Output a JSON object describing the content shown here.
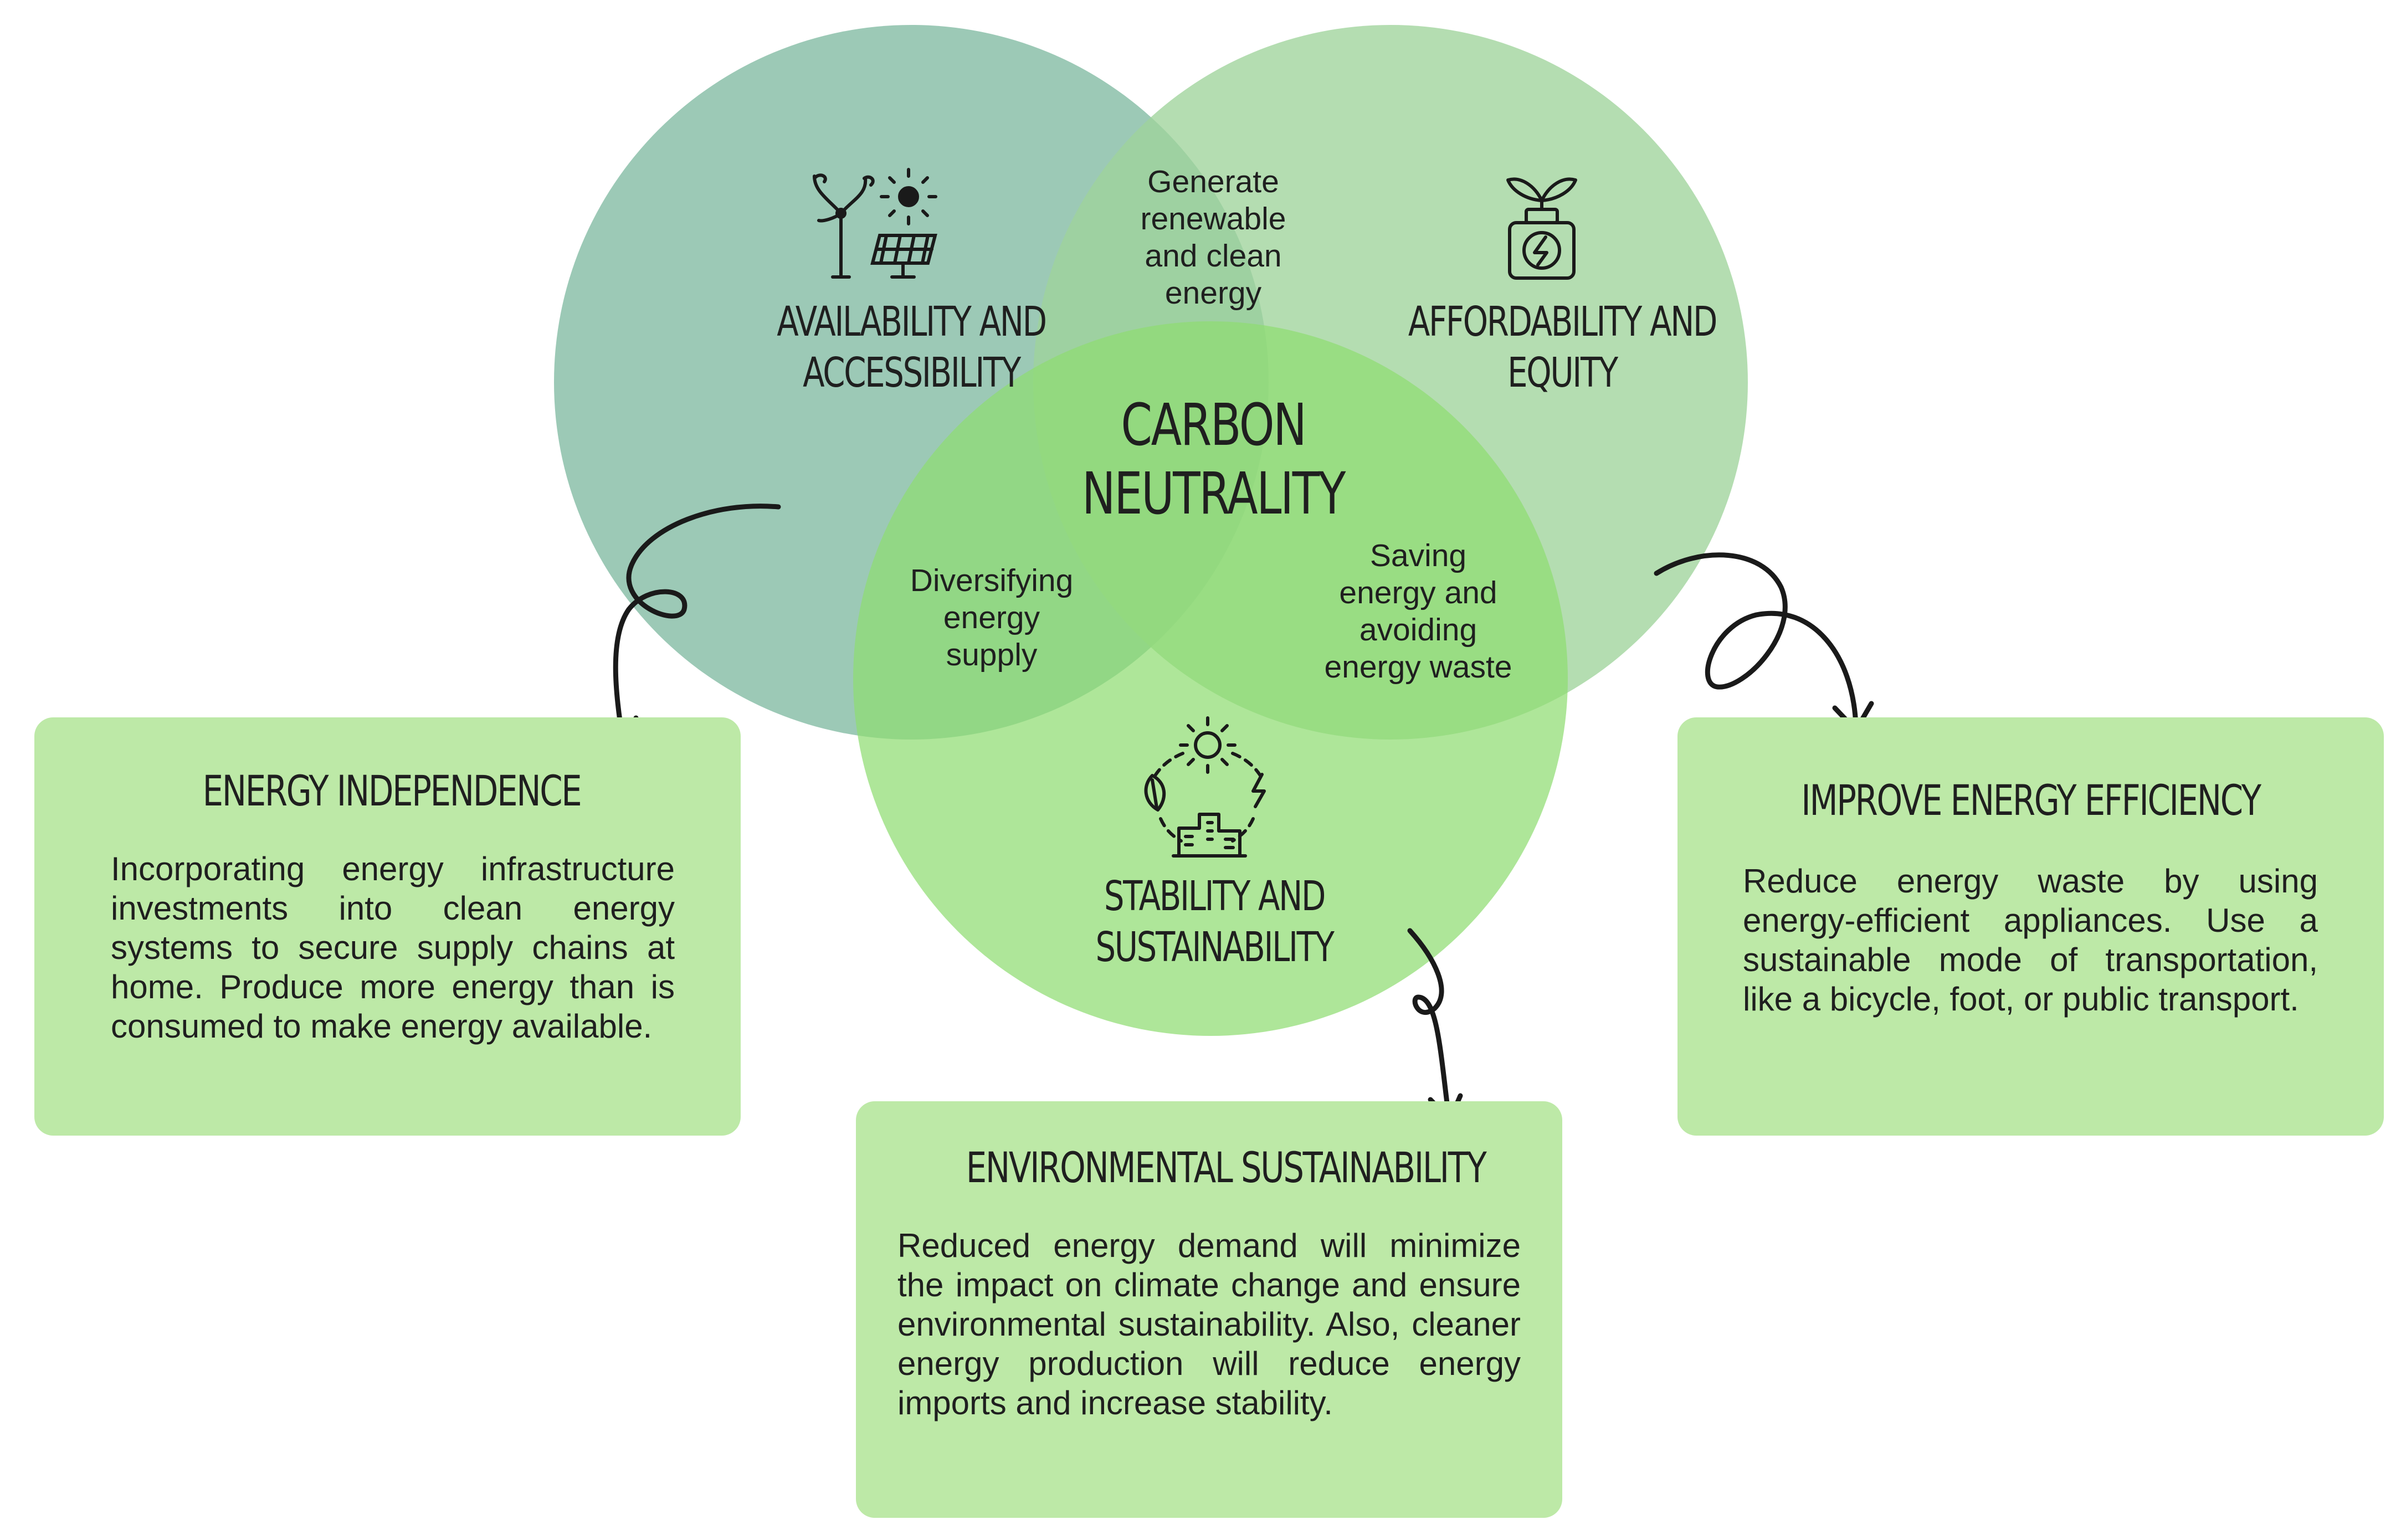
{
  "colors": {
    "circle_availability": "#86bda6",
    "circle_affordability": "#9fd49b",
    "circle_stability": "#8fdc72",
    "card_background": "#bde9a7",
    "text": "#1f1f1f"
  },
  "center": {
    "lines": [
      "CARBON",
      "NEUTRALITY"
    ]
  },
  "circles": {
    "availability": {
      "icon": "wind-solar-icon",
      "lines": [
        "AVAILABILITY AND",
        "ACCESSIBILITY"
      ]
    },
    "affordability": {
      "icon": "plant-battery-icon",
      "lines": [
        "AFFORDABILITY AND",
        "EQUITY"
      ]
    },
    "stability": {
      "icon": "sun-cycle-factory-icon",
      "lines": [
        "STABILITY AND",
        "SUSTAINABILITY"
      ]
    }
  },
  "overlaps": {
    "top": {
      "lines": [
        "Generate",
        "renewable",
        "and clean",
        "energy"
      ]
    },
    "left": {
      "lines": [
        "Diversifying",
        "energy",
        "supply"
      ]
    },
    "right": {
      "lines": [
        "Saving",
        "energy and",
        "avoiding",
        "energy waste"
      ]
    }
  },
  "cards": {
    "independence": {
      "title": "ENERGY INDEPENDENCE",
      "body": "Incorporating energy infrastructure investments into clean energy systems to secure supply chains at home. Produce more energy than is consumed to make energy available."
    },
    "environmental": {
      "title": "ENVIRONMENTAL SUSTAINABILITY",
      "body": "Reduced energy demand will minimize the impact on climate change and ensure environmental sustainability. Also, cleaner energy production will reduce energy imports and increase stability."
    },
    "efficiency": {
      "title": "IMPROVE ENERGY EFFICIENCY",
      "body": "Reduce energy waste by using energy-efficient appliances. Use a sustainable mode of transportation, like a bicycle, foot, or public transport."
    }
  }
}
